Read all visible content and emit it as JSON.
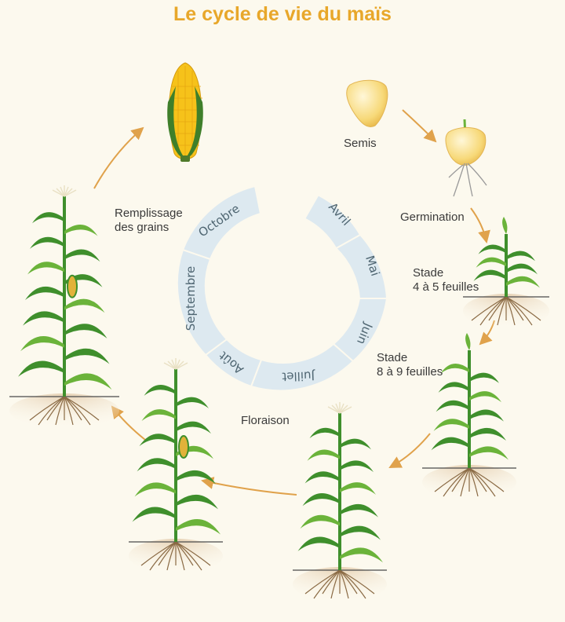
{
  "title": "Le cycle de vie du maïs",
  "stages": {
    "semis": "Semis",
    "germination": "Germination",
    "stade_4_5_line1": "Stade",
    "stade_4_5_line2": "4 à 5 feuilles",
    "stade_8_9_line1": "Stade",
    "stade_8_9_line2": "8 à 9 feuilles",
    "floraison": "Floraison",
    "remplissage_line1": "Remplissage",
    "remplissage_line2": "des grains"
  },
  "months": [
    "Avril",
    "Mai",
    "Juin",
    "Juillet",
    "Août",
    "Septembre",
    "Octobre"
  ],
  "colors": {
    "title": "#e8a72a",
    "arrow": "#e0a24b",
    "ring": "#dde9f0",
    "ring_text": "#4e6571",
    "leaf": "#3f8f2c",
    "leaf_light": "#6bb33a",
    "kernel": "#f6c21a",
    "root": "#8a6a44",
    "soil": "#e3cdb0"
  }
}
